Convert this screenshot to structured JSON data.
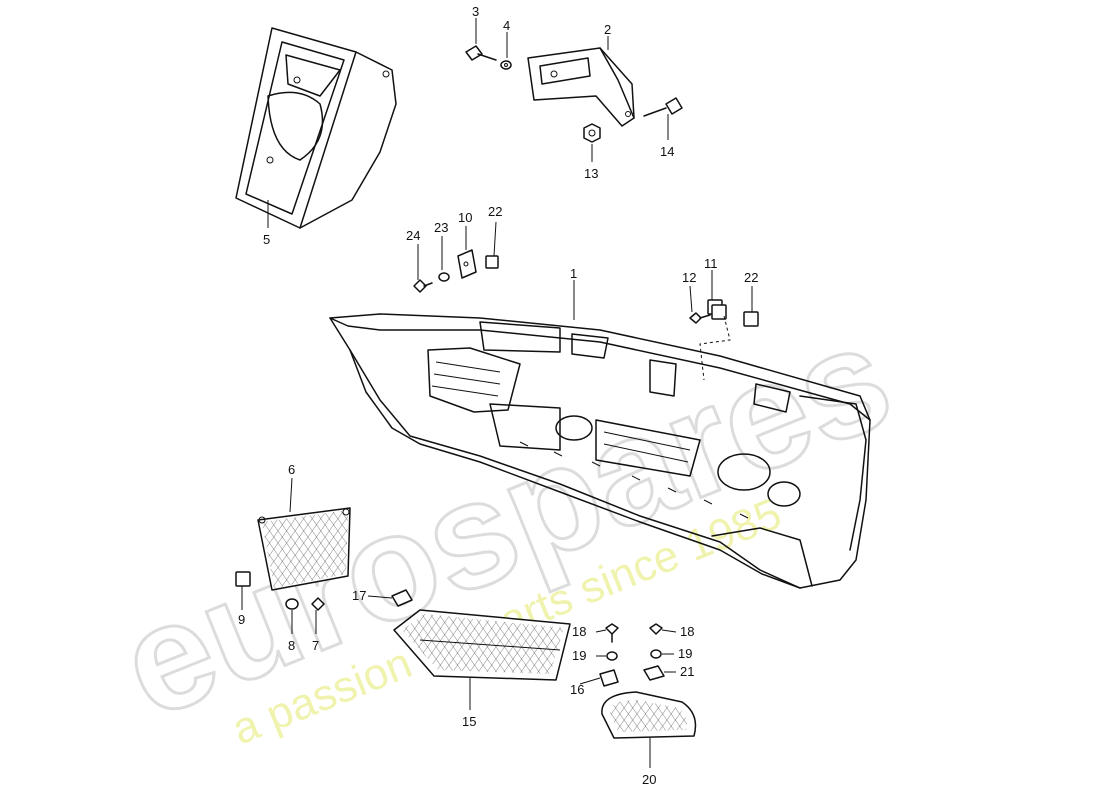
{
  "watermark": {
    "logo": "eurospares",
    "tagline": "a passion for parts since 1985"
  },
  "callouts": [
    "1",
    "2",
    "3",
    "4",
    "5",
    "6",
    "7",
    "8",
    "9",
    "10",
    "11",
    "12",
    "13",
    "14",
    "15",
    "16",
    "17",
    "18",
    "18",
    "19",
    "19",
    "20",
    "21",
    "22",
    "22",
    "23",
    "24"
  ]
}
